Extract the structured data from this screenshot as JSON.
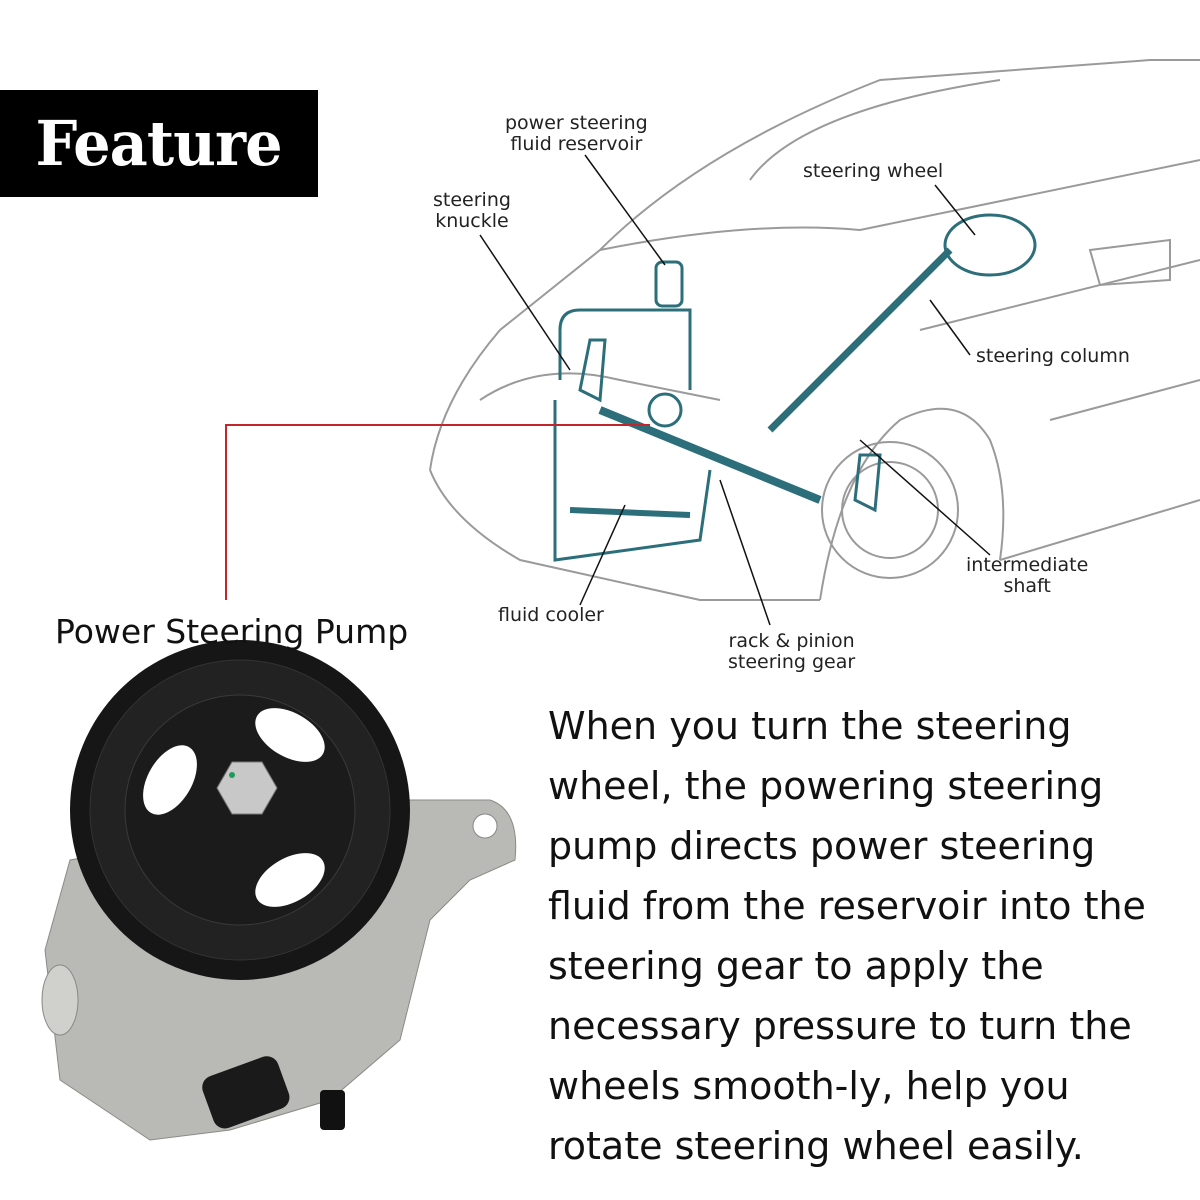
{
  "header": {
    "title": "Feature"
  },
  "diagram": {
    "labels": {
      "reservoir": "power steering\nfluid reservoir",
      "knuckle": "steering\nknuckle",
      "wheel": "steering wheel",
      "column": "steering column",
      "intermediate": "intermediate\nshaft",
      "cooler": "fluid cooler",
      "rack": "rack & pinion\nsteering gear"
    },
    "pointer_color": "#c0262c"
  },
  "product": {
    "title": "Power Steering Pump"
  },
  "description": "When you turn the steering wheel, the powering steering pump directs power steering fluid from the reservoir into the steering gear to apply the necessary pressure to turn the wheels smooth-ly, help you rotate steering wheel easily."
}
